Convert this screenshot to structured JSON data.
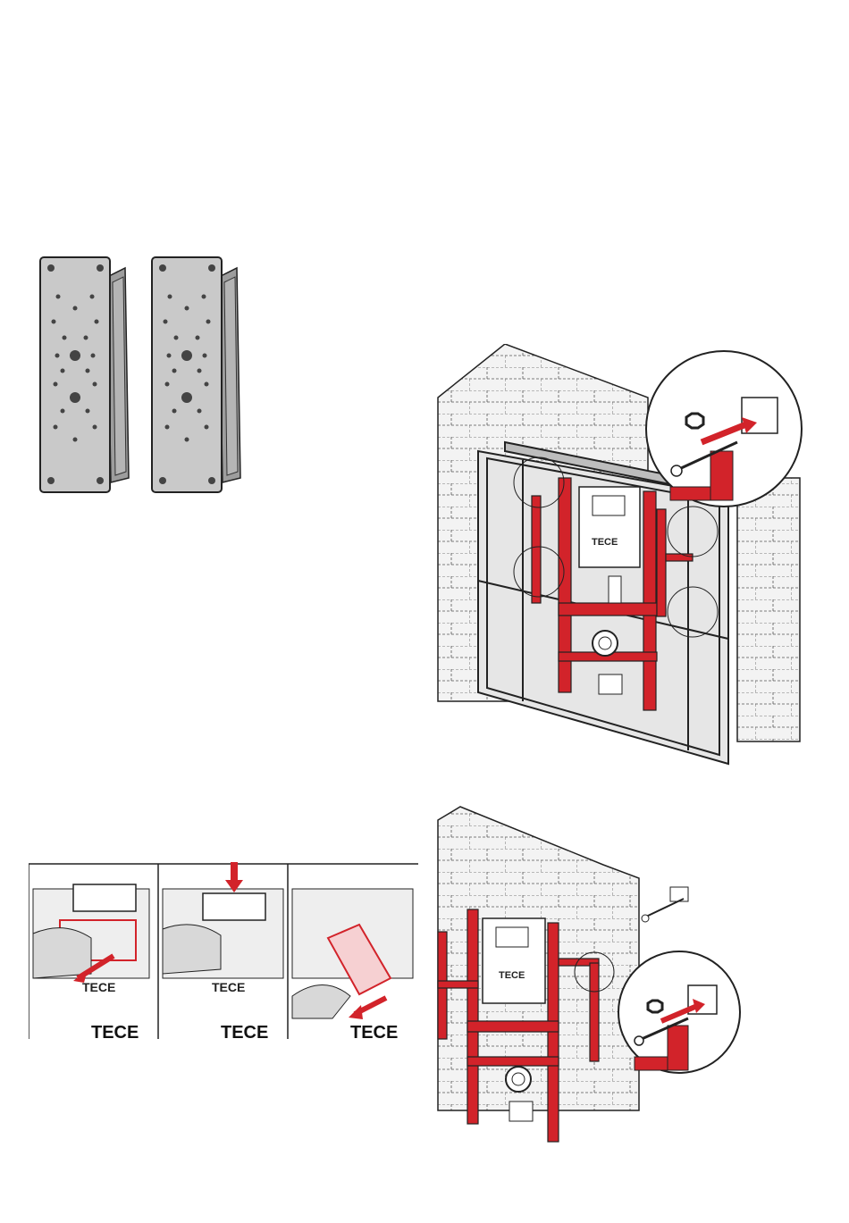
{
  "figures": {
    "plates": {
      "panel_count": 2
    },
    "frame_wall": {
      "brand": "TECE",
      "accent": "#d2232a"
    },
    "strip": {
      "brand": "TECE",
      "panels": [
        {
          "label": "TECE",
          "bottom_text": "TECE"
        },
        {
          "label": "TECE",
          "bottom_text": "TECE"
        },
        {
          "label": "TECE",
          "bottom_text": "TECE"
        }
      ]
    },
    "wc_wall": {
      "brand": "TECE",
      "accent": "#d2232a"
    }
  },
  "colors": {
    "accent": "#d2232a",
    "line": "#222222",
    "plate_fill": "#c9c9c9",
    "wall_fill": "#f3f3f3"
  }
}
